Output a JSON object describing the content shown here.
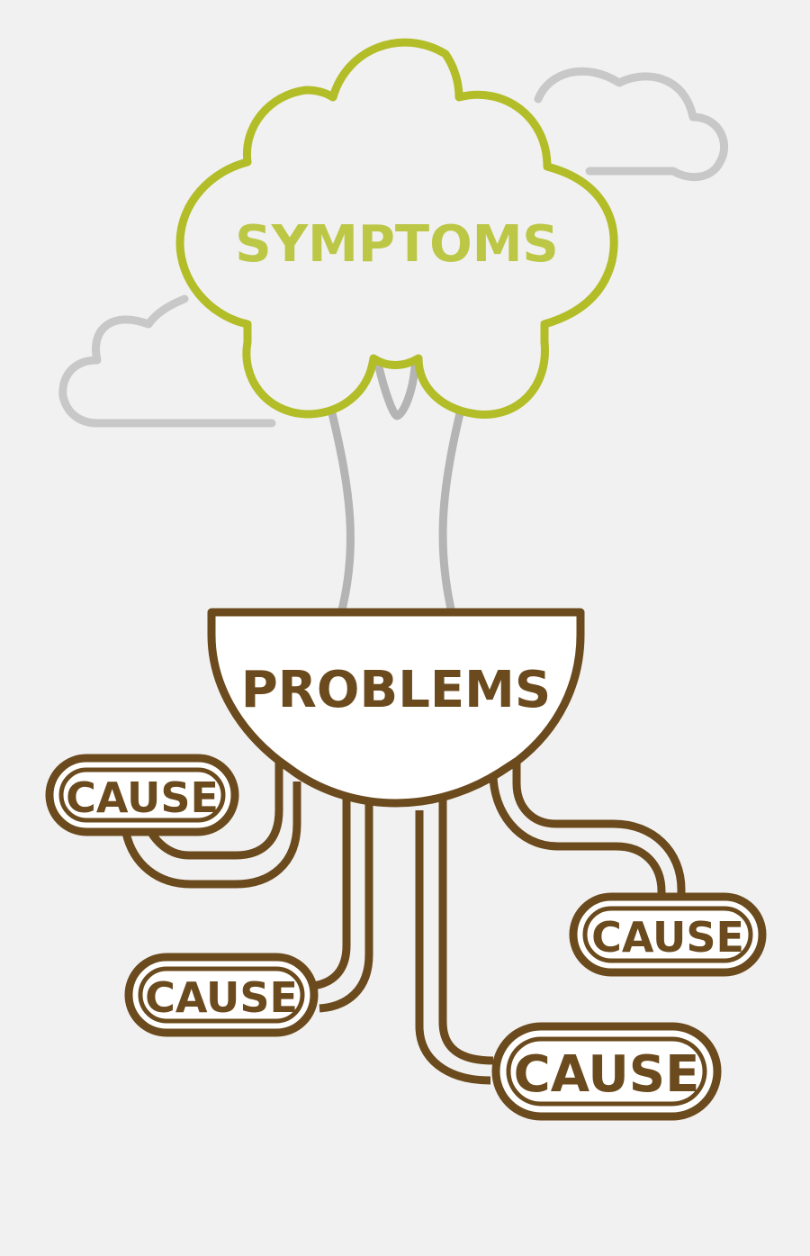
{
  "diagram": {
    "symptoms_label": "SYMPTOMS",
    "problems_label": "PROBLEMS",
    "cause_labels": [
      "CAUSE",
      "CAUSE",
      "CAUSE",
      "CAUSE"
    ]
  },
  "colors": {
    "background": "#f1f1f1",
    "symptoms_green": "#b2bd27",
    "symptoms_text": "#bcc746",
    "brown": "#6b4a1d",
    "cloud_gray": "#c8c8c8",
    "trunk_gray": "#b4b4b4"
  }
}
